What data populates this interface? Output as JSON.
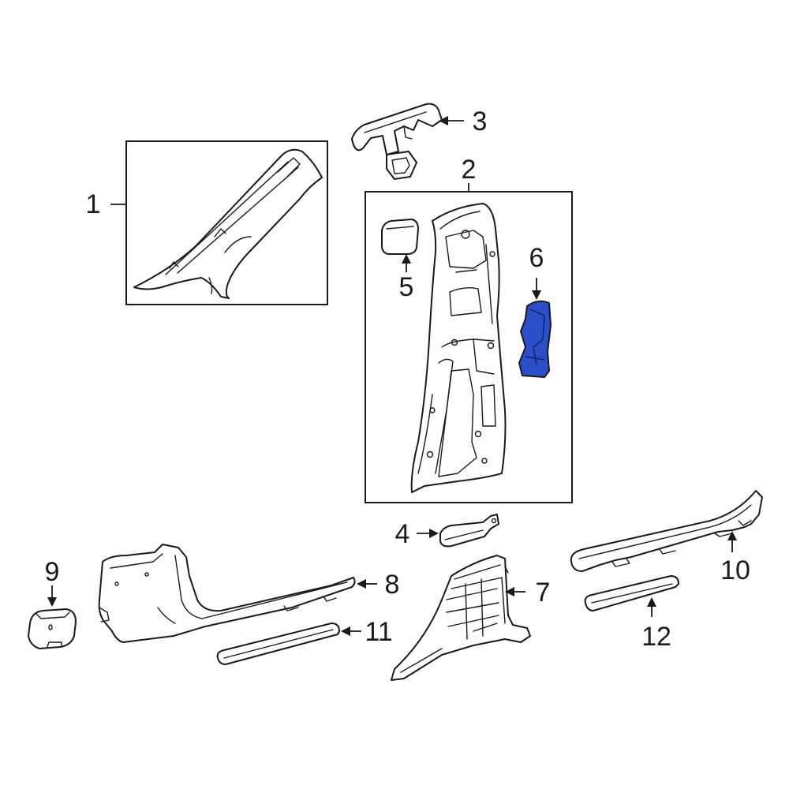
{
  "diagram": {
    "highlight_color": "#2a4fc9",
    "line_color": "#1a1a1a",
    "background": "#ffffff",
    "highlighted_part": "6",
    "callouts": [
      {
        "id": "c1",
        "label": "1"
      },
      {
        "id": "c2",
        "label": "2"
      },
      {
        "id": "c3",
        "label": "3"
      },
      {
        "id": "c4",
        "label": "4"
      },
      {
        "id": "c5",
        "label": "5"
      },
      {
        "id": "c6",
        "label": "6"
      },
      {
        "id": "c7",
        "label": "7"
      },
      {
        "id": "c8",
        "label": "8"
      },
      {
        "id": "c9",
        "label": "9"
      },
      {
        "id": "c10",
        "label": "10"
      },
      {
        "id": "c11",
        "label": "11"
      },
      {
        "id": "c12",
        "label": "12"
      }
    ]
  }
}
